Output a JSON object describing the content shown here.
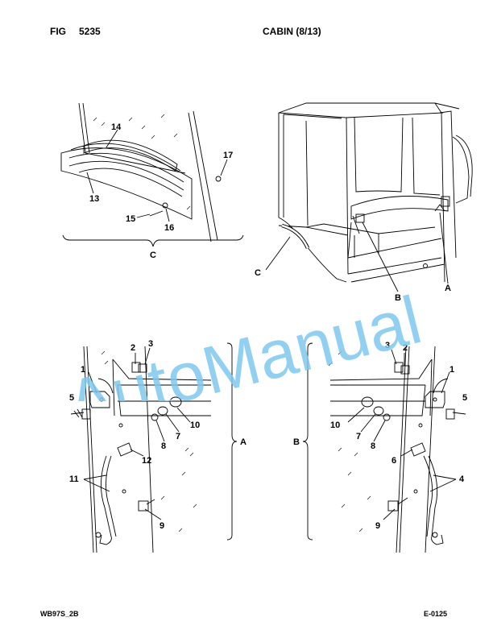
{
  "header": {
    "fig_label": "FIG",
    "fig_number": "5235",
    "title": "CABIN (8/13)"
  },
  "footer": {
    "model": "WB97S_2B",
    "page": "E-0125"
  },
  "watermark": {
    "text": "AutoManual",
    "color": "#7fc8ee"
  },
  "callouts": {
    "top_left": [
      "14",
      "17",
      "13",
      "15",
      "16"
    ],
    "top_left_group": "C",
    "top_right": [
      "C",
      "B",
      "A"
    ],
    "bottom_left": [
      "2",
      "3",
      "1",
      "5",
      "10",
      "7",
      "8",
      "12",
      "11",
      "9"
    ],
    "bottom_left_group": "A",
    "bottom_right": [
      "3",
      "2",
      "1",
      "5",
      "10",
      "7",
      "8",
      "6",
      "4",
      "9"
    ],
    "bottom_right_group": "B"
  }
}
